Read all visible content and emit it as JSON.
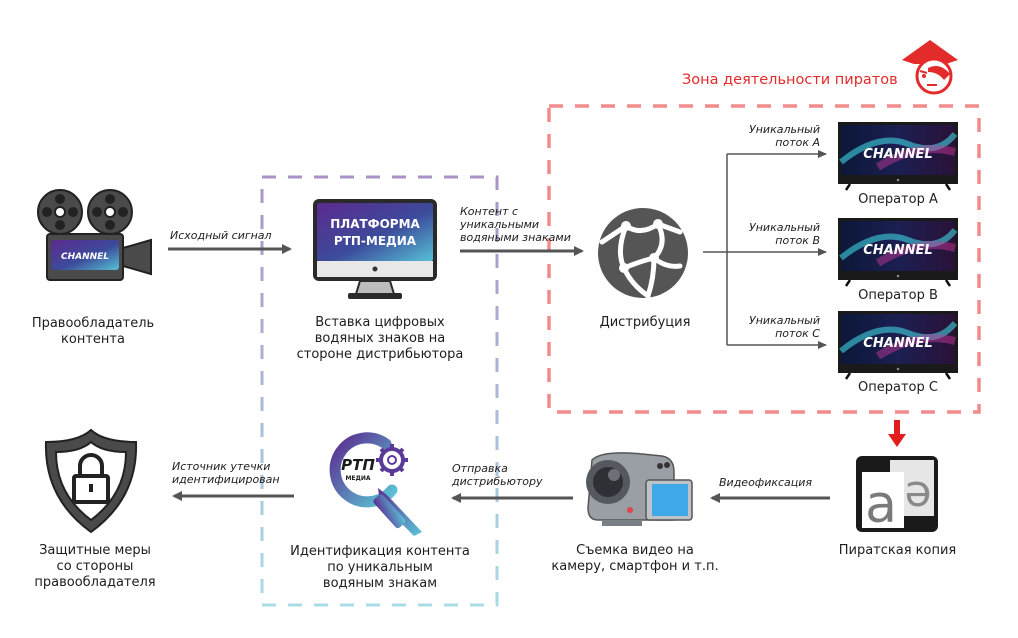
{
  "zone": {
    "title": "Зона деятельности пиратов",
    "color": "#e42b2b",
    "border_color": "#f08080",
    "icon": "pirate-icon"
  },
  "groups": {
    "platform_box_top_color": "#a993c6",
    "platform_box_bottom_color": "#a9dce6"
  },
  "nodes": {
    "rightsholder": {
      "label": "Правообладатель\nконтента",
      "icon": "film-camera-icon",
      "screen_text": "CHANNEL"
    },
    "platform": {
      "label": "Вставка цифровых\nводяных знаков на\nстороне дистрибьютора",
      "icon": "monitor-icon",
      "screen_text": "ПЛАТФОРМА\nРТП-МЕДИА"
    },
    "distribution": {
      "label": "Дистрибуция",
      "icon": "globe-network-icon"
    },
    "operators": [
      {
        "label": "Оператор А",
        "screen_text": "CHANNEL",
        "icon": "tv-icon"
      },
      {
        "label": "Оператор B",
        "screen_text": "CHANNEL",
        "icon": "tv-icon"
      },
      {
        "label": "Оператор C",
        "screen_text": "CHANNEL",
        "icon": "tv-icon"
      }
    ],
    "pirate_copy": {
      "label": "Пиратская копия",
      "icon": "copy-document-icon",
      "glyphs": [
        "a",
        "ə"
      ]
    },
    "recording": {
      "label": "Съемка видео на\nкамеру, смартфон и т.п.",
      "icon": "camcorder-icon"
    },
    "identification": {
      "label": "Идентификация контента\nпо уникальным\nводяным знакам",
      "icon": "magnifier-gear-icon",
      "logo_text": "РТП",
      "logo_sub": "МЕДИА"
    },
    "protection": {
      "label": "Защитные меры\nсо стороны\nправообладателя",
      "icon": "shield-lock-icon"
    }
  },
  "edges": {
    "source_signal": "Исходный сигнал",
    "watermarked_content": "Контент с\nуникальными\nводяными знаками",
    "streams": [
      "Уникальный\nпоток А",
      "Уникальный\nпоток B",
      "Уникальный\nпоток C"
    ],
    "video_capture": "Видеофиксация",
    "send_to_distributor": "Отправка\nдистрибьютору",
    "leak_identified": "Источник утечки\nидентифицирован"
  }
}
